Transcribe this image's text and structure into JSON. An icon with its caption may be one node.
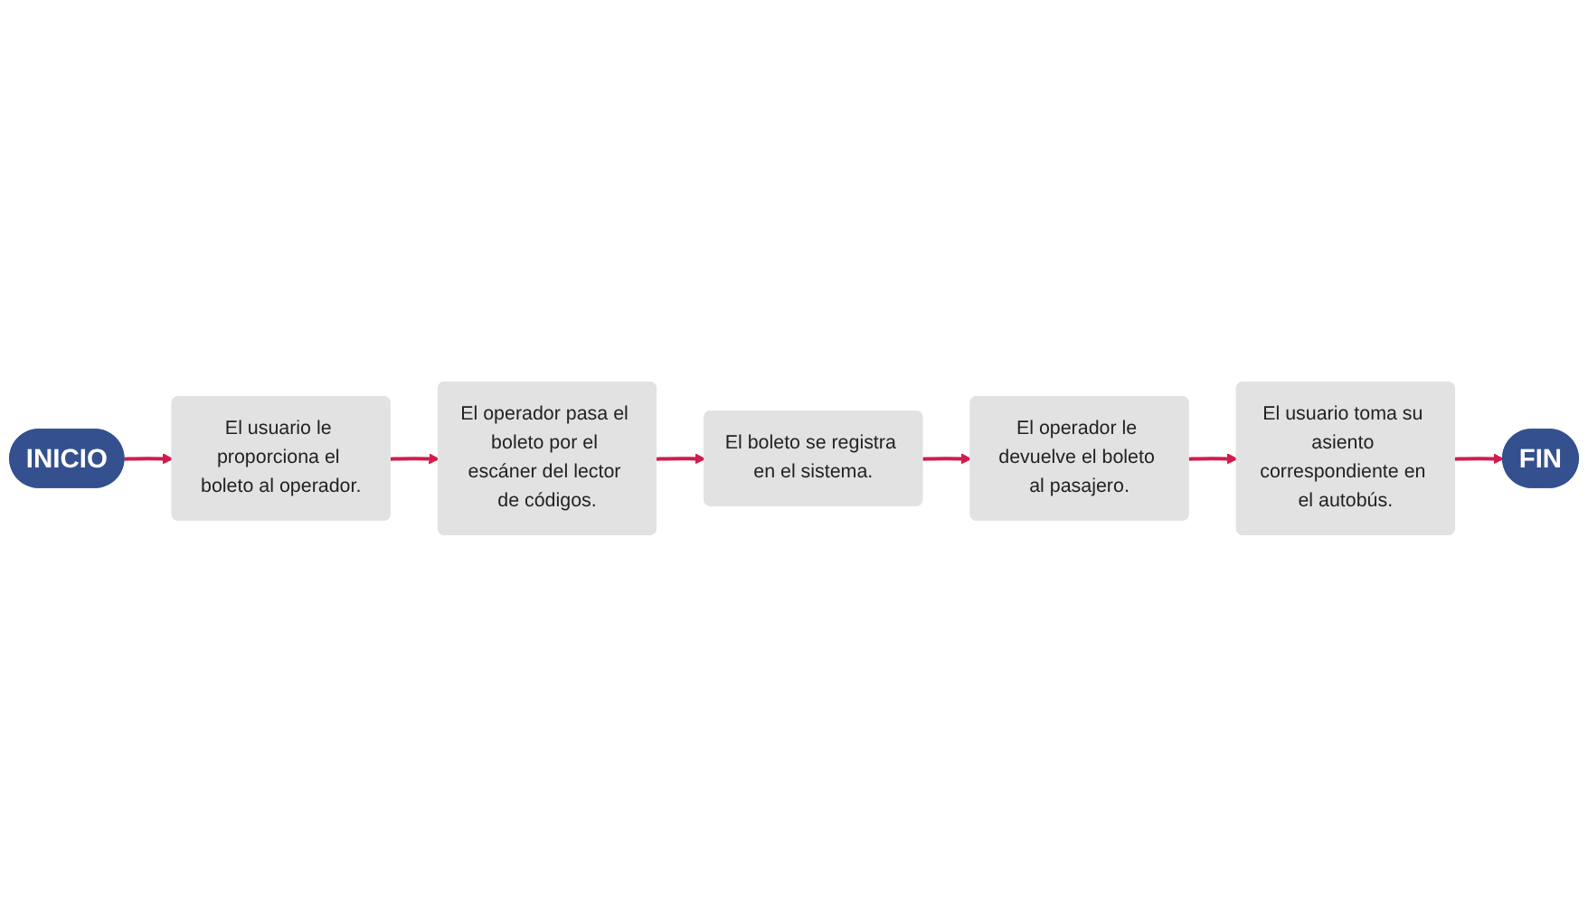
{
  "diagram": {
    "nodes": [
      {
        "text": [
          "INICIO"
        ]
      },
      {
        "text": [
          "El usuario le proporciona el boleto al operador."
        ]
      },
      {
        "text": [
          "El operador pasa el boleto por el escáner del lector de códigos."
        ]
      },
      {
        "text": [
          "El boleto se registra en el sistema."
        ]
      },
      {
        "text": [
          "El operador le devuelve el boleto al pasajero."
        ]
      },
      {
        "text": [
          "El usuario toma su asiento correspondiente en el autobús."
        ]
      },
      {
        "text": [
          "FIN"
        ]
      }
    ],
    "edges": [
      {
        "from": 0,
        "to": 1,
        "arrow": "to"
      },
      {
        "from": 1,
        "to": 2,
        "arrow": "to"
      },
      {
        "from": 2,
        "to": 3,
        "arrow": "to"
      },
      {
        "from": 3,
        "to": 4,
        "arrow": "to"
      },
      {
        "from": 4,
        "to": 5,
        "arrow": "to"
      },
      {
        "from": 5,
        "to": 6,
        "arrow": "to"
      }
    ]
  }
}
